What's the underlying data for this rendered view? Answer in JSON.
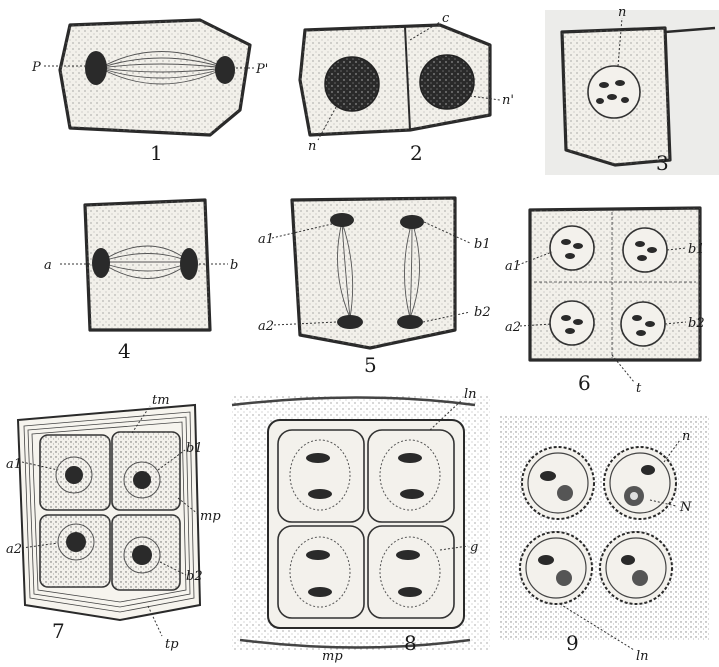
{
  "figure_numbers": [
    "1",
    "2",
    "3",
    "4",
    "5",
    "6",
    "7",
    "8",
    "9"
  ],
  "labels": {
    "f1_left": "P",
    "f1_right": "P'",
    "f2_top": "c",
    "f2_right": "n'",
    "f2_bottom": "n",
    "f3_top": "n",
    "f4_left": "a",
    "f4_right": "b",
    "f5_a1": "a1",
    "f5_b1": "b1",
    "f5_a2": "a2",
    "f5_b2": "b2",
    "f6_a1": "a1",
    "f6_b1": "b1",
    "f6_a2": "a2",
    "f6_b2": "b2",
    "f6_t": "t",
    "f7_tm": "tm",
    "f7_a1": "a1",
    "f7_b1": "b1",
    "f7_mp": "mp",
    "f7_a2": "a2",
    "f7_b2": "b2",
    "f7_tp": "tp",
    "f8_ln": "ln",
    "f8_g": "g",
    "f8_mp": "mp",
    "f9_n": "n",
    "f9_N": "N",
    "f9_ln": "ln"
  },
  "colors": {
    "ink": "#2a2a2a",
    "paper": "#ffffff",
    "cell_fill": "#f2f0ea"
  }
}
